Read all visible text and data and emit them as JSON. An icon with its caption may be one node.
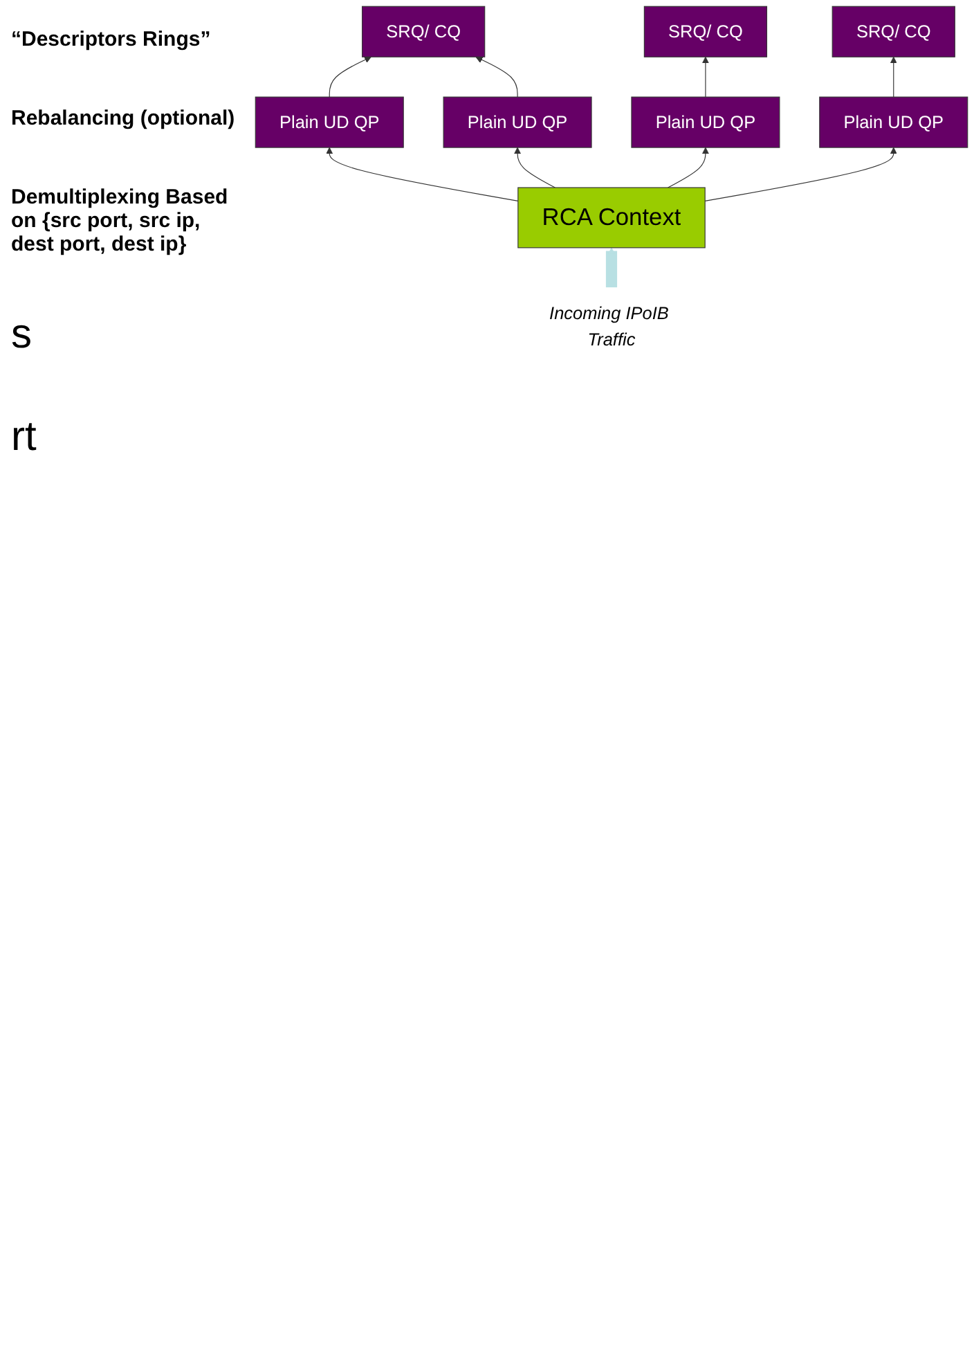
{
  "diagram": {
    "nodes": [
      {
        "text": [
          "SRQ/ CQ"
        ]
      },
      {
        "text": [
          "SRQ/ CQ"
        ]
      },
      {
        "text": [
          "SRQ/ CQ"
        ]
      },
      {
        "text": [
          "Plain UD QP"
        ]
      },
      {
        "text": [
          "Plain UD QP"
        ]
      },
      {
        "text": [
          "Plain UD QP"
        ]
      },
      {
        "text": [
          "Plain UD QP"
        ]
      },
      {
        "text": [
          "RCA Context"
        ]
      },
      {
        "text": [
          "Incoming IPoIB Traffic"
        ]
      }
    ],
    "edges": [
      {
        "from": 3,
        "to": 0,
        "arrow": "to"
      },
      {
        "from": 4,
        "to": 0,
        "arrow": "to"
      },
      {
        "from": 5,
        "to": 1,
        "arrow": "to"
      },
      {
        "from": 6,
        "to": 2,
        "arrow": "to"
      },
      {
        "from": 7,
        "to": 3,
        "arrow": "to"
      },
      {
        "from": 7,
        "to": 4,
        "arrow": "to"
      },
      {
        "from": 7,
        "to": 5,
        "arrow": "to"
      },
      {
        "from": 7,
        "to": 6,
        "arrow": "to"
      },
      {
        "from": 8,
        "to": 7,
        "arrow": "to",
        "style": "thick",
        "color": "#b8e0e3"
      }
    ],
    "labels": [
      "“Descriptors Rings”",
      "Rebalancing (optional)",
      "Demultiplexing Based on {src port, src ip, dest port, dest ip}",
      "s",
      "rt"
    ]
  }
}
